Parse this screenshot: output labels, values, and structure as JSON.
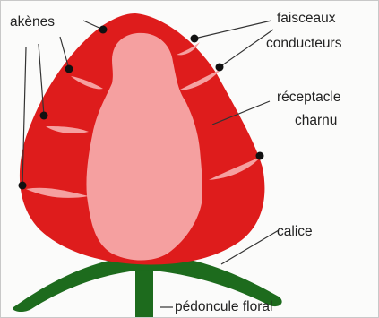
{
  "figure": {
    "labels": {
      "akenes": "akènes",
      "faisceaux_line1": "faisceaux",
      "faisceaux_line2": "conducteurs",
      "receptacle_line1": "réceptacle",
      "receptacle_line2": "charnu",
      "calice": "calice",
      "pedoncule": "pédoncule floral"
    },
    "colors": {
      "flesh_red": "#de1c1c",
      "receptacle_pink": "#f5a0a0",
      "sepal_green": "#1d6b1d",
      "marker_black": "#111111",
      "leader_line": "#333333"
    },
    "icons": {
      "marker": "black-dot"
    }
  }
}
